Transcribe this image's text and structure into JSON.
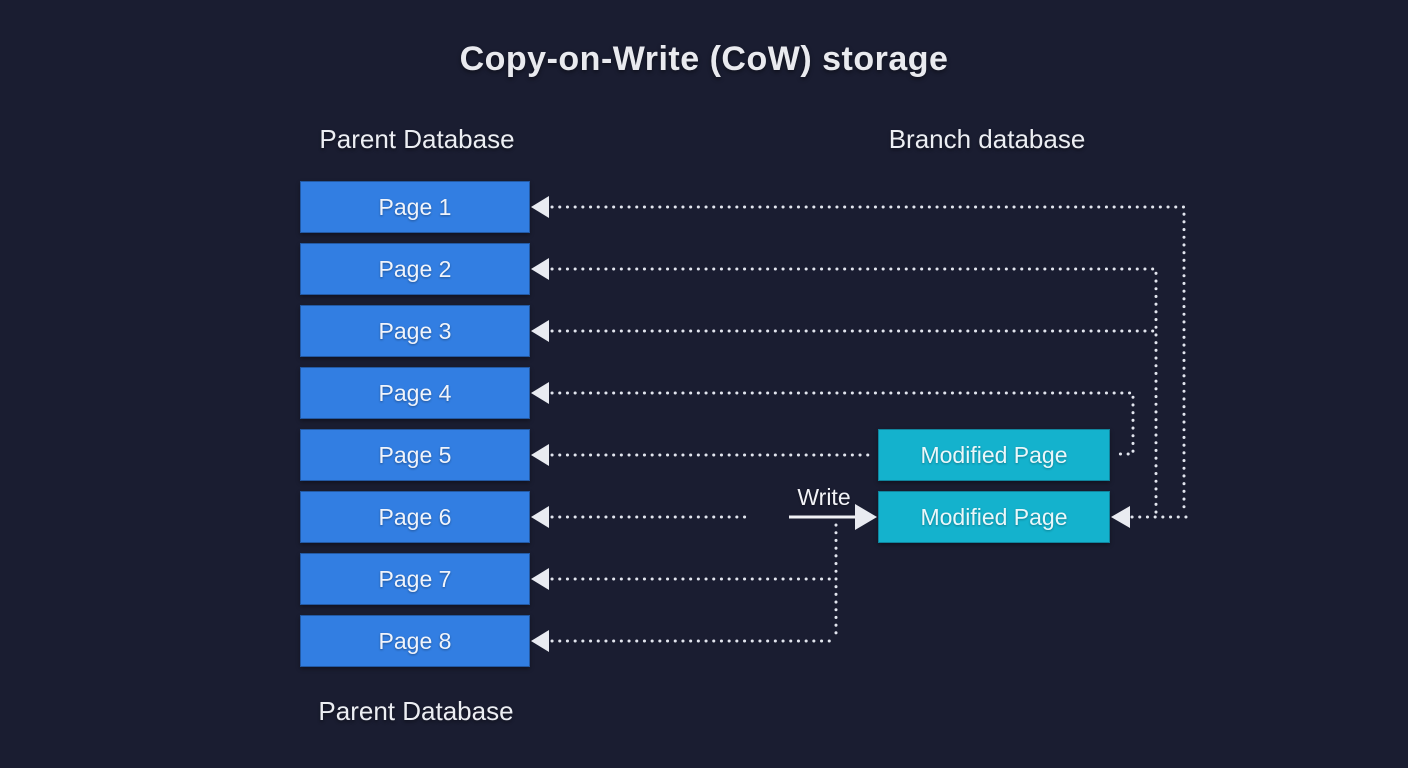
{
  "title": "Copy-on-Write (CoW) storage",
  "parent": {
    "header": "Parent Database",
    "footer_label": "Parent Database",
    "pages": [
      "Page 1",
      "Page 2",
      "Page 3",
      "Page 4",
      "Page 5",
      "Page 6",
      "Page 7",
      "Page 8"
    ]
  },
  "branch": {
    "header": "Branch database",
    "modified_pages": [
      "Modified Page",
      "Modified Page"
    ]
  },
  "write": {
    "label": "Write"
  },
  "colors": {
    "background": "#1a1d31",
    "parent_page_box": "#327ee2",
    "modified_page_box": "#14b2cd",
    "box_text": "#f0f4fb",
    "heading_text": "#eceef3",
    "connector": "#e2e5ee"
  },
  "connections": [
    {
      "from": "branch reference (far right vertical)",
      "to": "Page 1",
      "style": "dotted-arrow-into-page"
    },
    {
      "from": "branch reference (right vertical)",
      "to": "Page 2",
      "style": "dotted-arrow-into-page"
    },
    {
      "from": "branch reference (right vertical)",
      "to": "Page 3",
      "style": "dotted-arrow-into-page"
    },
    {
      "from": "Modified Page (top, right side)",
      "to": "Page 4",
      "style": "dotted-arrow-into-page"
    },
    {
      "from": "Modified Page (top, left side)",
      "to": "Page 5",
      "style": "dotted-arrow-into-page"
    },
    {
      "from": "branch reference",
      "to": "Page 6",
      "style": "dotted-arrow-into-page"
    },
    {
      "from": "vertical below Write arrow",
      "to": "Page 7",
      "style": "dotted-arrow-into-page"
    },
    {
      "from": "vertical below Write arrow",
      "to": "Page 8",
      "style": "dotted-arrow-into-page"
    },
    {
      "from": "right verticals",
      "to": "Modified Page (bottom)",
      "style": "dotted-arrow-into-box"
    },
    {
      "from": "Write",
      "to": "Modified Page (bottom)",
      "style": "solid-arrow"
    }
  ]
}
